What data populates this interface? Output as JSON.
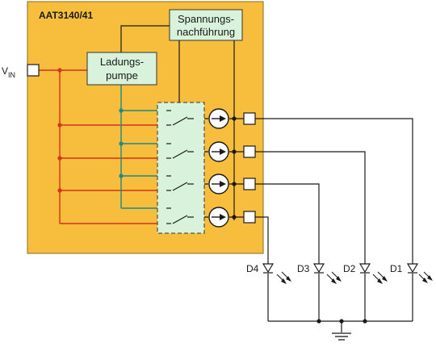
{
  "diagram": {
    "chip": {
      "name": "AAT3140/41"
    },
    "input": {
      "label": "V",
      "subscript": "IN"
    },
    "blocks": {
      "tracking_line1": "Spannungs-",
      "tracking_line2": "nachführung",
      "pump_line1": "Ladungs-",
      "pump_line2": "pumpe"
    },
    "leds": [
      "D4",
      "D3",
      "D2",
      "D1"
    ],
    "colors": {
      "chip_fill": "#f7bd3c",
      "chip_border": "#8a6d1c",
      "block_fill": "#d9f2dc",
      "red_wire": "#d6321e",
      "teal_wire": "#1a8a8a",
      "black_wire": "#1a1a1a"
    }
  }
}
